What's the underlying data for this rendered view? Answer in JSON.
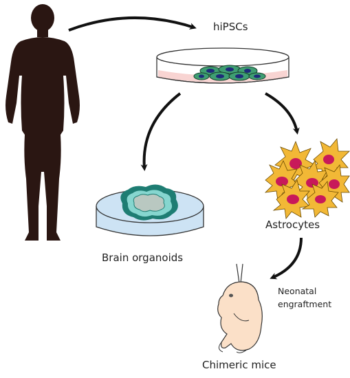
{
  "labels": {
    "hipscs": "hiPSCs",
    "brain_organoids": "Brain organoids",
    "astrocytes": "Astrocytes",
    "neonatal_engraftment_line1": "Neonatal",
    "neonatal_engraftment_line2": "engraftment",
    "chimeric_mice": "Chimeric mice"
  },
  "colors": {
    "silhouette": "#2a1612",
    "arrow": "#111111",
    "dish_outline": "#333333",
    "dish_medium": "#f8d4d2",
    "hipsc_cell": "#3f9e72",
    "hipsc_nucleus": "#1e2a7a",
    "organoid_dish": "#cde3f4",
    "organoid_outer": "#1e7d73",
    "organoid_ring": "#86d6cf",
    "organoid_inner": "#b9c8c1",
    "astrocyte": "#f2b836",
    "astrocyte_nucleus": "#c8195a",
    "mouse_body": "#fbe0c8"
  }
}
